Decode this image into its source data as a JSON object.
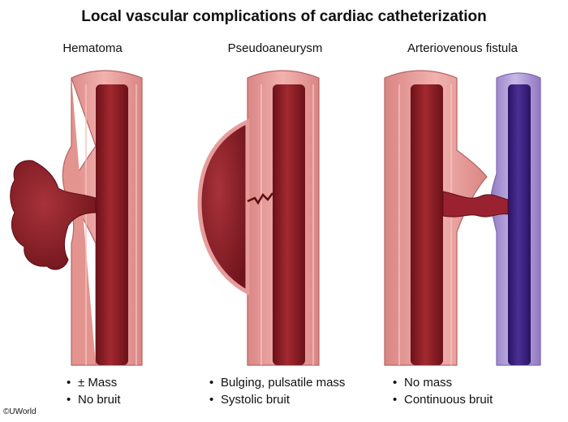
{
  "title": "Local vascular complications of cardiac catheterization",
  "panels": [
    {
      "label": "Hematoma",
      "bullets": [
        "± Mass",
        "No bruit"
      ]
    },
    {
      "label": "Pseudoaneurysm",
      "bullets": [
        "Bulging, pulsatile mass",
        "Systolic bruit"
      ]
    },
    {
      "label": "Arteriovenous fistula",
      "bullets": [
        "No mass",
        "Continuous bruit"
      ]
    }
  ],
  "copyright": "©UWorld",
  "colors": {
    "vessel_wall": "#e79c9c",
    "vessel_wall_light": "#f4b8b5",
    "vessel_wall_dark": "#c7706e",
    "blood": "#8f1d24",
    "blood_dark": "#6c1118",
    "vein_wall": "#a58fcf",
    "vein_blood": "#3b1f7e"
  }
}
